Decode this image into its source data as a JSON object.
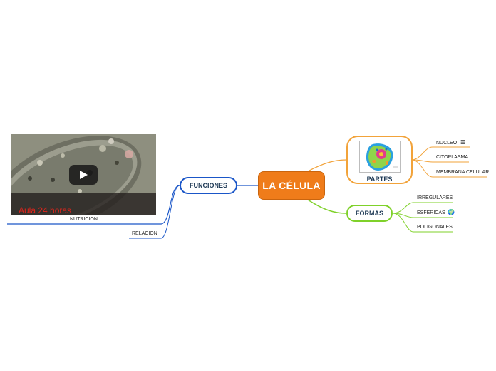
{
  "center": {
    "label": "LA CÉLULA",
    "color": "#ef7c1a"
  },
  "branches": {
    "funciones": {
      "label": "FUNCIONES",
      "color": "#1a56c8",
      "children": [
        "NUTRICION",
        "RELACION"
      ]
    },
    "partes": {
      "label": "PARTES",
      "color": "#f2a33a",
      "image": "cell-illustration",
      "children": [
        {
          "label": "NUCLEO",
          "icon": "notes-icon",
          "glyph": "☰"
        },
        {
          "label": "CITOPLASMA"
        },
        {
          "label": "MEMBRANA CELULAR"
        }
      ]
    },
    "formas": {
      "label": "FORMAS",
      "color": "#7fd12a",
      "children": [
        {
          "label": "IRREGULARES"
        },
        {
          "label": "ESFERICAS",
          "icon": "globe-icon",
          "glyph": "🌍"
        },
        {
          "label": "POLIGONALES"
        }
      ]
    }
  },
  "video": {
    "title": "Aula 24 horas",
    "icon": "play-icon"
  }
}
